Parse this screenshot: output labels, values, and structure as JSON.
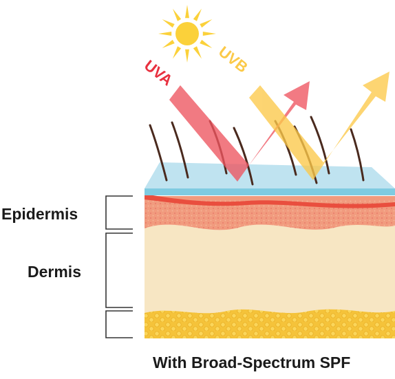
{
  "labels": {
    "epidermis": "Epidermis",
    "dermis": "Dermis",
    "uva": "UVA",
    "uvb": "UVB",
    "caption": "With Broad-Spectrum SPF"
  },
  "colors": {
    "sun": "#fbd13a",
    "uva_text": "#e8303f",
    "uva_ray": "#ee5560",
    "uvb_text": "#fbc948",
    "uvb_ray": "#fcc94a",
    "spf_film": "#a8daea",
    "skin_top": "#e94e3e",
    "epidermis": "#f19b7e",
    "dermis": "#f7e6c3",
    "fat": "#f5c33a",
    "hair": "#4a2a1e",
    "bracket": "#333333"
  }
}
